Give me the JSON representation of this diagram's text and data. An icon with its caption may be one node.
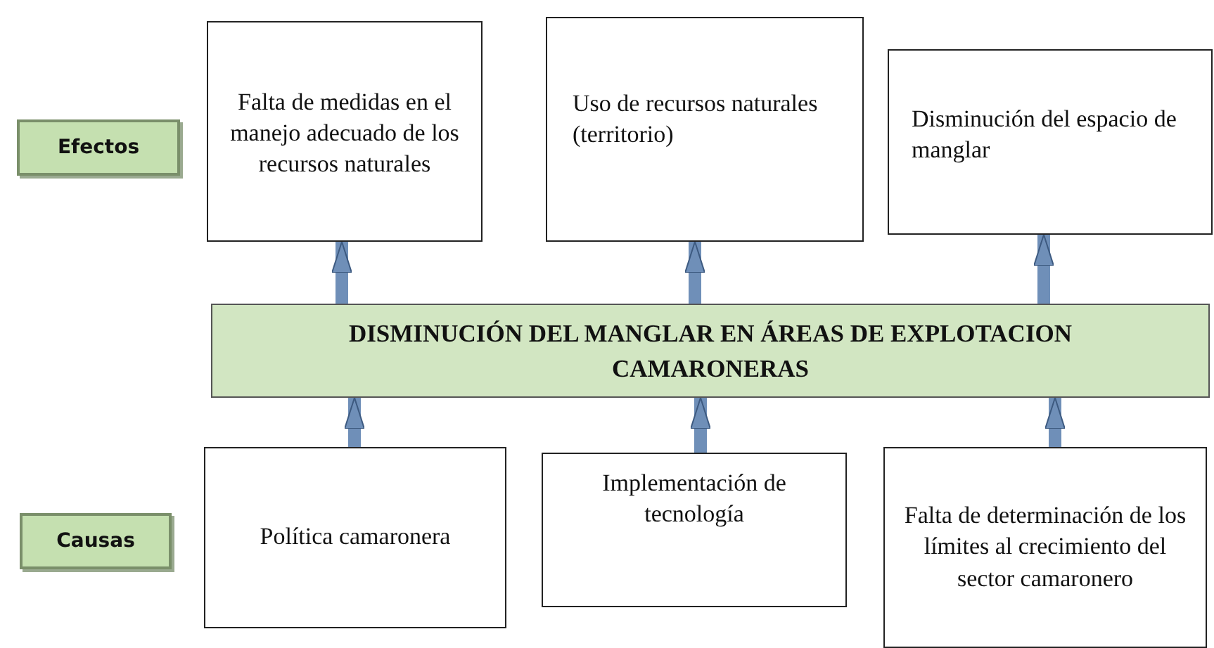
{
  "diagram": {
    "nodes": [
      {
        "text": [
          "Efectos"
        ]
      },
      {
        "text": [
          "Falta de medidas en el manejo adecuado de los recursos naturales"
        ]
      },
      {
        "text": [
          "Uso de recursos naturales (territorio)"
        ]
      },
      {
        "text": [
          "Disminución del espacio de manglar"
        ]
      },
      {
        "text": [
          "DISMINUCIÓN DEL MANGLAR EN ÁREAS DE EXPLOTACION CAMARONERAS"
        ]
      },
      {
        "text": [
          "Causas"
        ]
      },
      {
        "text": [
          "Política camaronera"
        ]
      },
      {
        "text": [
          "Implementación de tecnología"
        ]
      },
      {
        "text": [
          "Falta de determinación de los límites al crecimiento del sector camaronero"
        ]
      }
    ],
    "edges": [
      {
        "from": 4,
        "to": 1,
        "arrow": "to"
      },
      {
        "from": 4,
        "to": 2,
        "arrow": "to"
      },
      {
        "from": 4,
        "to": 3,
        "arrow": "to"
      },
      {
        "from": 6,
        "to": 4,
        "arrow": "to"
      },
      {
        "from": 7,
        "to": 4,
        "arrow": "to"
      },
      {
        "from": 8,
        "to": 4,
        "arrow": "to"
      }
    ]
  }
}
